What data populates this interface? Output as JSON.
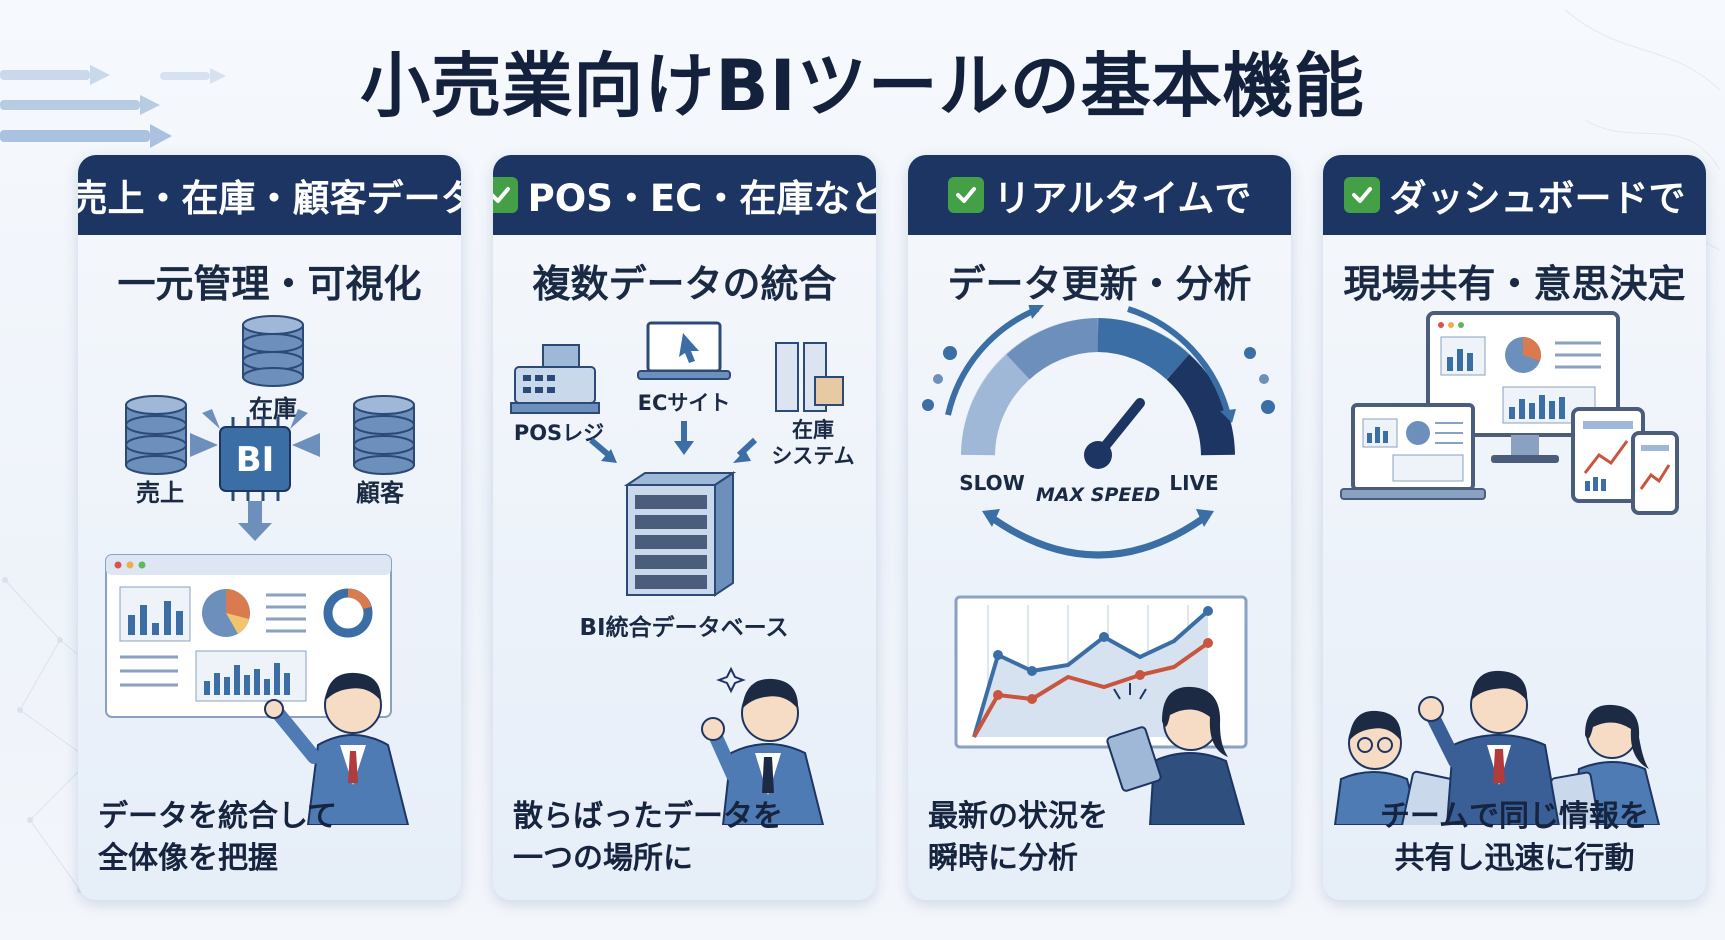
{
  "title": "小売業向けBIツールの基本機能",
  "panels": [
    {
      "header": "売上・在庫・顧客データの",
      "subtitle": "一元管理・可視化",
      "labels": {
        "inventory": "在庫",
        "sales": "売上",
        "customer": "顧客",
        "bi": "BI"
      },
      "caption_line1": "データを統合して",
      "caption_line2": "全体像を把握"
    },
    {
      "header": "POS・EC・在庫など",
      "subtitle": "複数データの統合",
      "labels": {
        "pos": "POSレジ",
        "ec": "ECサイト",
        "stock_line1": "在庫",
        "stock_line2": "システム",
        "db": "BI統合データベース"
      },
      "caption_line1": "散らばったデータを",
      "caption_line2": "一つの場所に"
    },
    {
      "header": "リアルタイムで",
      "subtitle": "データ更新・分析",
      "labels": {
        "slow": "SLOW",
        "max": "MAX SPEED",
        "live": "LIVE"
      },
      "caption_line1": "最新の状況を",
      "caption_line2": "瞬時に分析"
    },
    {
      "header": "ダッシュボードで",
      "subtitle": "現場共有・意思決定",
      "caption_line1": "チームで同じ情報を",
      "caption_line2": "共有し迅速に行動"
    }
  ],
  "colors": {
    "header_bg": "#1c3563",
    "check_green": "#43a047",
    "accent_blue": "#3a6ea5",
    "line_red": "#c8553d"
  },
  "icons": [
    "check-icon",
    "database-icon",
    "chip-icon",
    "register-icon",
    "laptop-icon",
    "server-icon",
    "speedometer-icon",
    "line-chart-icon",
    "monitor-icon",
    "tablet-icon",
    "phone-icon",
    "person-icon"
  ]
}
